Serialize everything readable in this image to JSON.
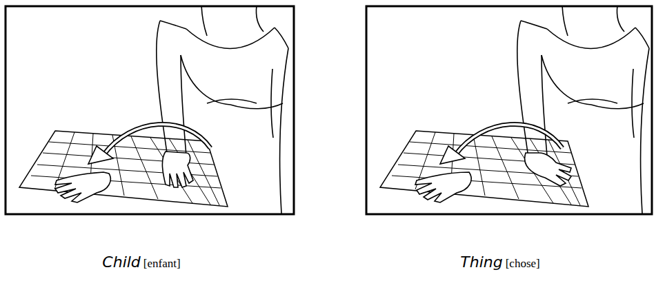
{
  "diagram": {
    "labels": [
      "Child",
      "[enfant]",
      "Thing",
      "[chose]"
    ]
  }
}
